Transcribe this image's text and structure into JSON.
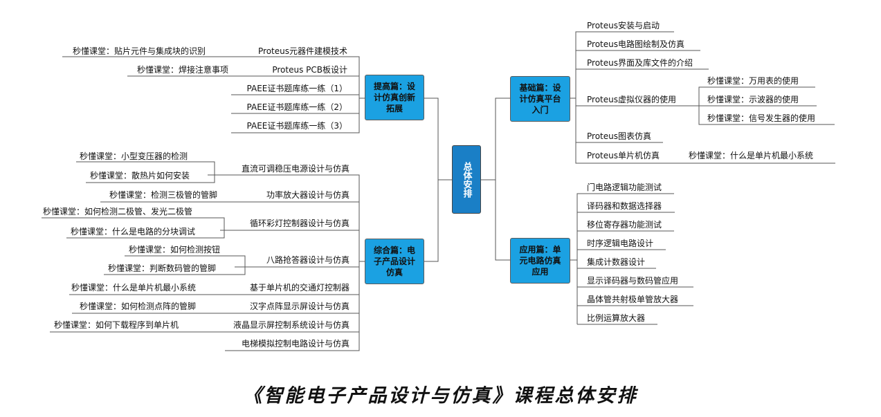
{
  "root": "总体安排",
  "title": "《智能电子产品设计与仿真》课程总体安排",
  "basic": {
    "label": "基础篇：设计仿真平台入门",
    "items": [
      "Proteus安装与启动",
      "Proteus电路图绘制及仿真",
      "Proteus界面及库文件的介绍",
      "Proteus虚拟仪器的使用",
      "Proteus图表仿真",
      "Proteus单片机仿真"
    ],
    "instrument_subs": [
      "秒懂课堂：万用表的使用",
      "秒懂课堂：示波器的使用",
      "秒懂课堂：信号发生器的使用"
    ],
    "mcu_sub": "秒懂课堂：什么是单片机最小系统"
  },
  "application": {
    "label": "应用篇：单元电路仿真应用",
    "items": [
      "门电路逻辑功能测试",
      "译码器和数据选择器",
      "移位寄存器功能测试",
      "时序逻辑电路设计",
      "集成计数器设计",
      "显示译码器与数码管应用",
      "晶体管共射极单管放大器",
      "比例运算放大器"
    ]
  },
  "advanced": {
    "label": "提高篇：设计仿真创新拓展",
    "items": [
      "Proteus元器件建模技术",
      "Proteus PCB板设计",
      "PAEE证书题库练一练（1）",
      "PAEE证书题库练一练（2）",
      "PAEE证书题库练一练（3）"
    ],
    "subs": [
      "秒懂课堂：贴片元件与集成块的识别",
      "秒懂课堂：焊接注意事项"
    ]
  },
  "comprehensive": {
    "label": "综合篇：电子产品设计仿真",
    "items": [
      "直流可调稳压电源设计与仿真",
      "功率放大器设计与仿真",
      "循环彩灯控制器设计与仿真",
      "八路抢答器设计与仿真",
      "基于单片机的交通灯控制器",
      "汉字点阵显示屏设计与仿真",
      "液晶显示屏控制系统设计与仿真",
      "电梯模拟控制电路设计与仿真"
    ],
    "subs": [
      "秒懂课堂：小型变压器的检测",
      "秒懂课堂：散热片如何安装",
      "秒懂课堂：检测三极管的管脚",
      "秒懂课堂：如何检测二极管、发光二极管",
      "秒懂课堂：什么是电路的分块调试",
      "秒懂课堂：如何检测按钮",
      "秒懂课堂：判断数码管的管脚",
      "秒懂课堂：什么是单片机最小系统",
      "秒懂课堂：如何检测点阵的管脚",
      "秒懂课堂：如何下载程序到单片机"
    ]
  }
}
